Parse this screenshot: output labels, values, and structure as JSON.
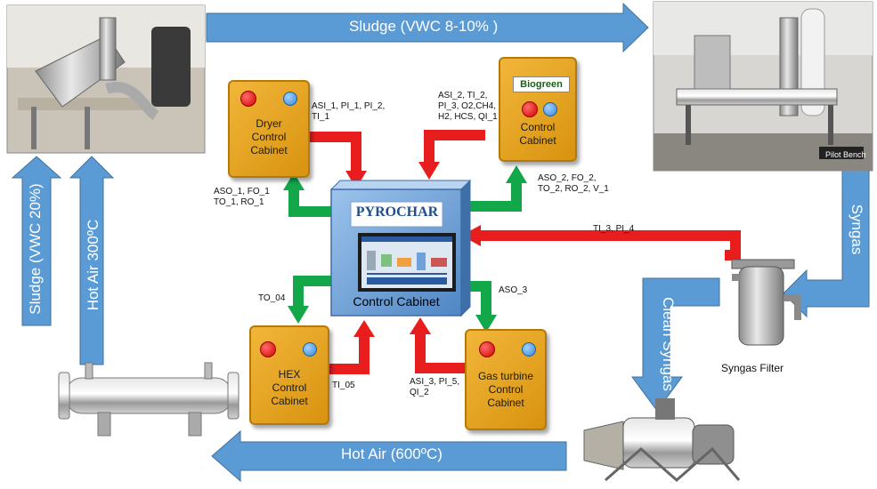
{
  "top_arrow": {
    "label": "Sludge (VWC 8-10% )"
  },
  "bottom_arrow": {
    "label": "Hot Air (600ºC)"
  },
  "left_arrows": {
    "sludge": "Sludge (VWC 20%)",
    "hot_air": "Hot Air 300ºC"
  },
  "right_arrows": {
    "syngas": "Syngas",
    "clean_syngas": "Clean Syngas"
  },
  "photos": {
    "pilot_bench_caption": "Pilot Bench",
    "syngas_filter_caption": "Syngas Filter"
  },
  "cabinets": {
    "dryer": "Dryer\nControl\nCabinet",
    "biogreen": "Control\nCabinet",
    "biogreen_logo": "Biogreen",
    "hex": "HEX\nControl\nCabinet",
    "gas_turbine": "Gas turbine\nControl\nCabinet"
  },
  "main_cabinet": {
    "logo": "PYROCHAR",
    "label": "Control Cabinet"
  },
  "signals": {
    "dryer_in": "ASI_1, PI_1, PI_2,\nTI_1",
    "dryer_out": "ASO_1, FO_1\nTO_1, RO_1",
    "bio_in": "ASI_2, TI_2,\nPI_3, O2,CH4,\nH2, HCS, QI_1",
    "bio_out": "ASO_2, FO_2,\nTO_2, RO_2, V_1",
    "filter_in": "TI_3, PI_4",
    "hex_out": "TO_04",
    "hex_in": "TI_05",
    "turbine_out": "ASO_3",
    "turbine_in": "ASI_3,  PI_5,\nQI_2"
  },
  "colors": {
    "blue_arrow": "#5b9bd5",
    "red_arrow": "#e81e1e",
    "green_arrow": "#12a84a",
    "cabinet": "#e8a520"
  }
}
